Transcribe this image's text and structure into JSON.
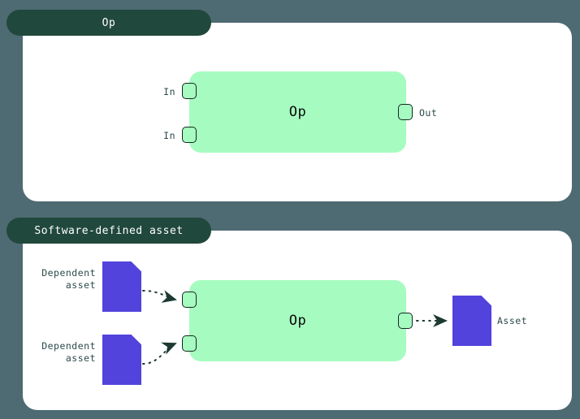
{
  "theme": {
    "background": "#4e6a72",
    "panel_background": "#ffffff",
    "tab_background": "#21483c",
    "tab_text": "#ffffff",
    "op_box_fill": "#a6fcc0",
    "port_stroke": "#13281f",
    "asset_fill": "#5243dc",
    "label_text": "#2d4a4a",
    "connector_stroke": "#1c3a32"
  },
  "panels": [
    {
      "id": "op",
      "tab_label": "Op",
      "op_label": "Op",
      "inputs": [
        {
          "label": "In"
        },
        {
          "label": "In"
        }
      ],
      "outputs": [
        {
          "label": "Out"
        }
      ]
    },
    {
      "id": "software-defined-asset",
      "tab_label": "Software-defined asset",
      "op_label": "Op",
      "inputs": [
        {
          "label": "Dependent\nasset"
        },
        {
          "label": "Dependent\nasset"
        }
      ],
      "outputs": [
        {
          "label": "Asset"
        }
      ]
    }
  ]
}
